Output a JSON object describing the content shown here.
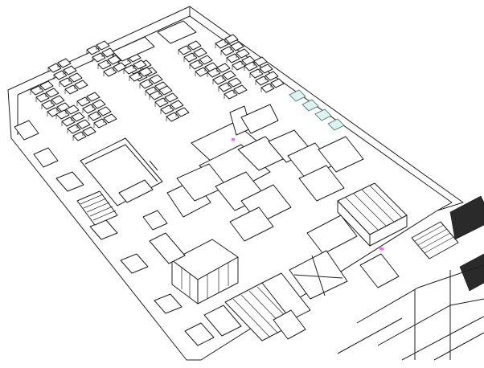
{
  "colors": {
    "background": "#ffffff",
    "line": "#1e1e1e",
    "glass_fill": "#dff2f0",
    "glass_stroke": "#3a6f6a",
    "marker": "#f06cf0"
  },
  "objects": {
    "desk_clusters": 8,
    "table_groups": 3,
    "shelving_units": 3,
    "server_cabinets": 2,
    "stairs": 2
  }
}
